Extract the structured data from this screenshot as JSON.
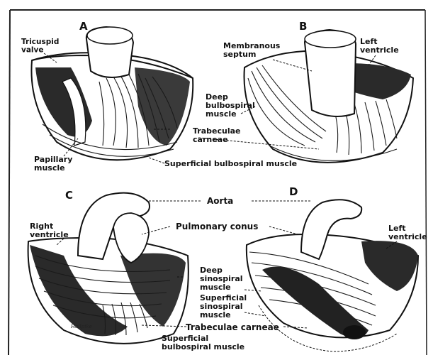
{
  "panels": [
    {
      "letter": "A",
      "labels": {
        "tricuspid": "Tricuspid\nvalve",
        "papillary": "Papillary\nmuscle",
        "trabeculae": "Trabeculae\ncarneae",
        "superficial_bulbospiral": "Superficial bulbospiral muscle"
      }
    },
    {
      "letter": "B",
      "labels": {
        "membranous": "Membranous\nseptum",
        "left_ventricle": "Left\nventricle",
        "deep_bulbospiral": "Deep\nbulbospiral\nmuscle"
      }
    },
    {
      "letter": "C",
      "labels": {
        "right_ventricle": "Right\nventricle",
        "aorta": "Aorta",
        "pulmonary_conus": "Pulmonary conus",
        "trabeculae": "Trabeculae carneae",
        "superficial_bulbospiral": "Superficial\nbulbospiral muscle"
      }
    },
    {
      "letter": "D",
      "labels": {
        "left_ventricle": "Left\nventricle",
        "deep_sinospiral": "Deep\nsinospiral\nmuscle",
        "superficial_sinospiral": "Superficial\nsinospiral\nmuscle"
      }
    }
  ],
  "signature": "Hallpike"
}
